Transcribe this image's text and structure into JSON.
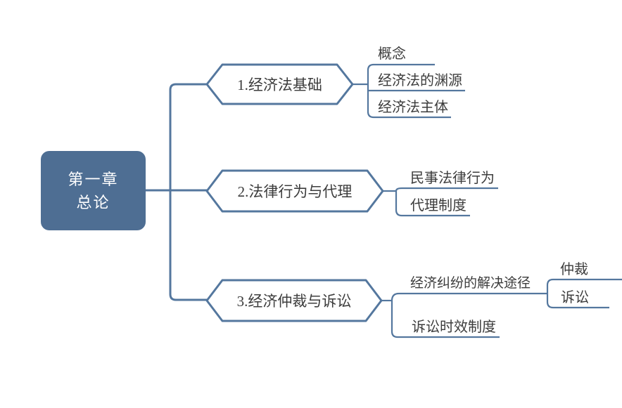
{
  "colors": {
    "line": "#54779e",
    "root_fill": "#4e6e93",
    "root_text": "#ffffff",
    "topic_text": "#3c3c3c",
    "node_fill": "#ffffff",
    "background": "#ffffff"
  },
  "root": {
    "line1": "第一章",
    "line2": "总论"
  },
  "branches": [
    {
      "label": "1.经济法基础",
      "children": [
        {
          "label": "概念"
        },
        {
          "label": "经济法的渊源"
        },
        {
          "label": "经济法主体"
        }
      ]
    },
    {
      "label": "2.法律行为与代理",
      "children": [
        {
          "label": "民事法律行为"
        },
        {
          "label": "代理制度"
        }
      ]
    },
    {
      "label": "3.经济仲裁与诉讼",
      "children": [
        {
          "label": "经济纠纷的解决途径",
          "children": [
            {
              "label": "仲裁"
            },
            {
              "label": "诉讼"
            }
          ]
        },
        {
          "label": "诉讼时效制度"
        }
      ]
    }
  ]
}
